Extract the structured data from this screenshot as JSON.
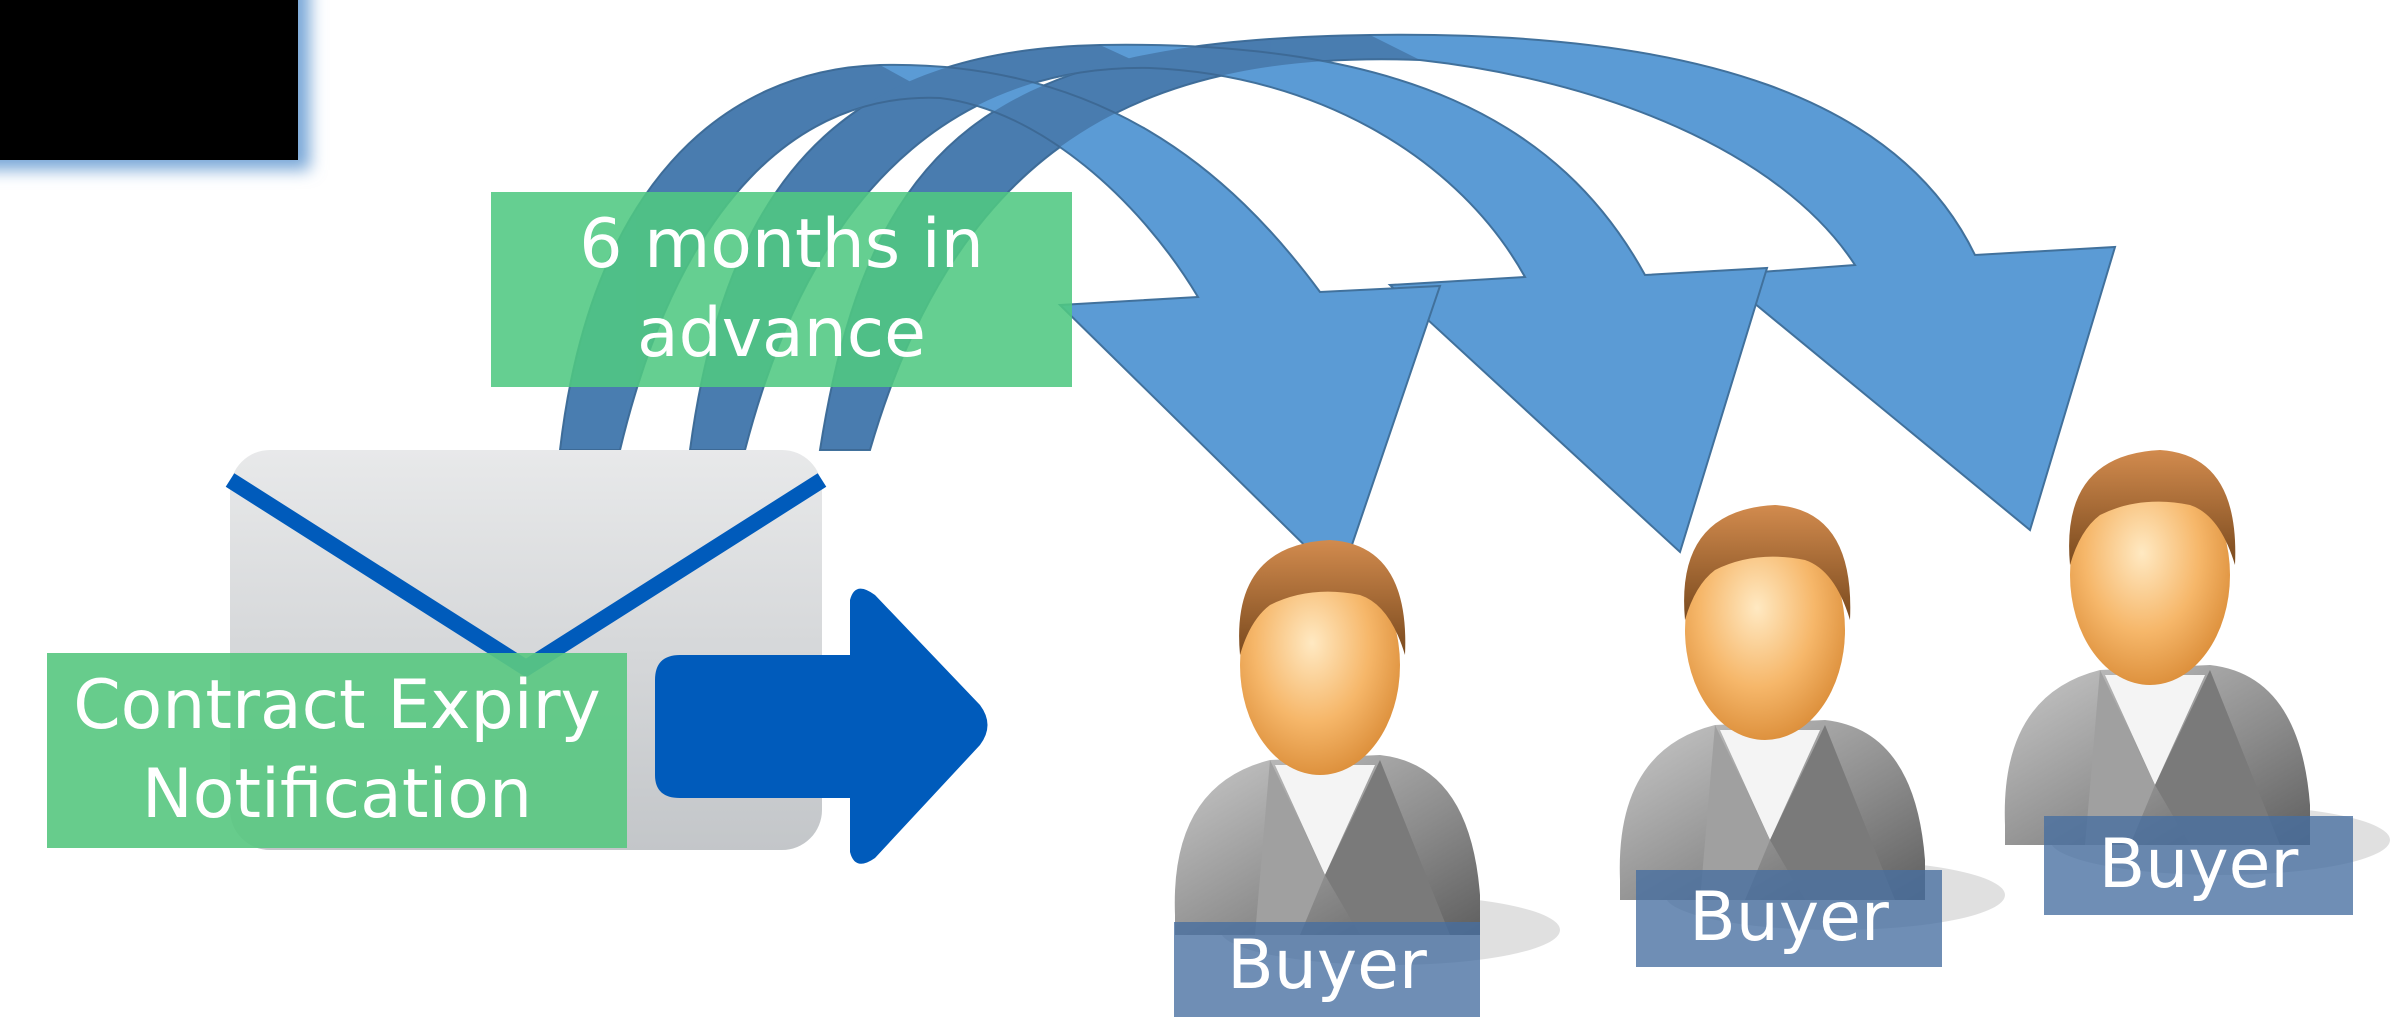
{
  "notification": {
    "label": "Contract Expiry\nNotification"
  },
  "timing": {
    "label": "6 months in\nadvance"
  },
  "buyers": [
    {
      "label": "Buyer"
    },
    {
      "label": "Buyer"
    },
    {
      "label": "Buyer"
    }
  ],
  "colors": {
    "arrow_blue": "#5b9bd5",
    "arrow_dark": "#4a7aad",
    "send_arrow": "#005bbb",
    "envelope": "#c5c8cc",
    "label_green": "#5ac882",
    "buyer_label": "#5d80aa",
    "corner_box": "#000000"
  },
  "icons": {
    "envelope": "envelope-icon",
    "send": "send-arrow-icon",
    "buyer": "person-icon"
  }
}
